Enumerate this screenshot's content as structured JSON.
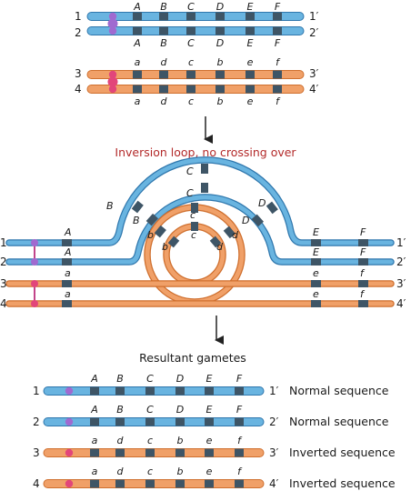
{
  "colors": {
    "blue": "#69b4e0",
    "blue_dark": "#2f77ad",
    "orange": "#f0a068",
    "orange_dark": "#cf6f2e",
    "band": "#3e5566",
    "centromere_blue": "#a06ad0",
    "centromere_orange": "#e2467a",
    "synapsis": "#c2458a",
    "title_red": "#b32a2a",
    "arrow": "#222222"
  },
  "top": {
    "normal_pair": {
      "left_labels": [
        "1",
        "2"
      ],
      "right_labels": [
        "1′",
        "2′"
      ],
      "genes": [
        "A",
        "B",
        "C",
        "D",
        "E",
        "F"
      ]
    },
    "inverted_pair": {
      "left_labels": [
        "3",
        "4"
      ],
      "right_labels": [
        "3′",
        "4′"
      ],
      "genes": [
        "a",
        "d",
        "c",
        "b",
        "e",
        "f"
      ]
    }
  },
  "middle": {
    "title": "Inversion loop, no crossing over",
    "strand_labels_left": [
      "1",
      "2",
      "3",
      "4"
    ],
    "strand_labels_right": [
      "1′",
      "2′",
      "3′",
      "4′"
    ],
    "outer_loop_genes": [
      "B",
      "C",
      "D"
    ],
    "inner_loop_genes": [
      "B",
      "C",
      "D"
    ],
    "orange_loop_outer_genes": [
      "b",
      "c",
      "d"
    ],
    "orange_loop_inner_genes": [
      "b",
      "c",
      "d"
    ],
    "left_genes": [
      "A",
      "A",
      "a",
      "a"
    ],
    "right_genes_e": [
      "E",
      "E",
      "e",
      "e"
    ],
    "right_genes_f": [
      "F",
      "F",
      "f",
      "f"
    ]
  },
  "bottom": {
    "title": "Resultant gametes",
    "gametes": [
      {
        "left": "1",
        "right": "1′",
        "genes": [
          "A",
          "B",
          "C",
          "D",
          "E",
          "F"
        ],
        "note": "Normal sequence",
        "kind": "blue"
      },
      {
        "left": "2",
        "right": "2′",
        "genes": [
          "A",
          "B",
          "C",
          "D",
          "E",
          "F"
        ],
        "note": "Normal sequence",
        "kind": "blue"
      },
      {
        "left": "3",
        "right": "3′",
        "genes": [
          "a",
          "d",
          "c",
          "b",
          "e",
          "f"
        ],
        "note": "Inverted sequence",
        "kind": "orange"
      },
      {
        "left": "4",
        "right": "4′",
        "genes": [
          "a",
          "d",
          "c",
          "b",
          "e",
          "f"
        ],
        "note": "Inverted sequence",
        "kind": "orange"
      }
    ]
  }
}
